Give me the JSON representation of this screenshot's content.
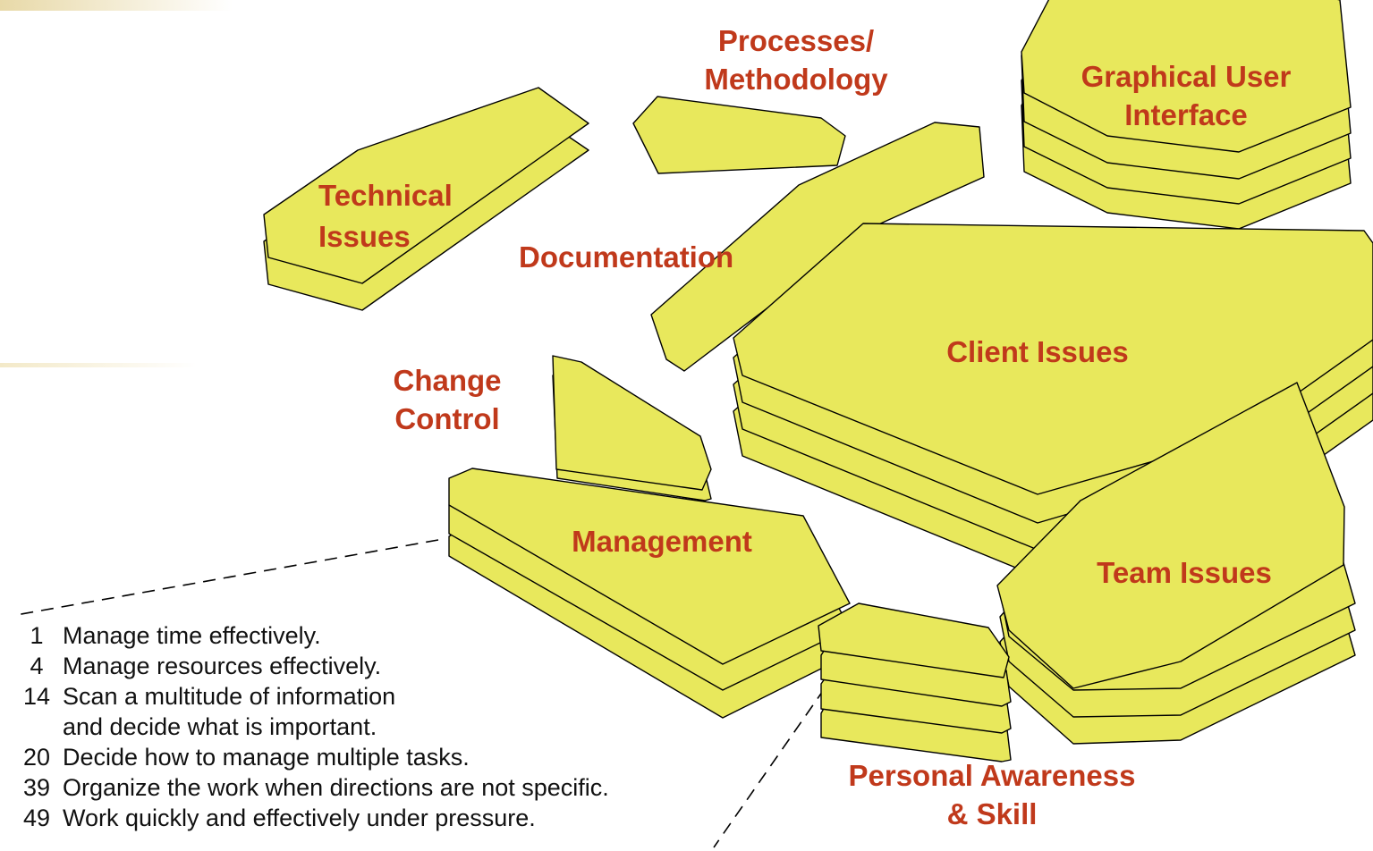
{
  "diagram": {
    "colors": {
      "slab": "#e8e85c",
      "outline": "#000000",
      "label": "#c0391b",
      "legend_text": "#111111"
    },
    "regions": [
      {
        "id": "technical-issues",
        "lines": [
          "Technical",
          "Issues"
        ]
      },
      {
        "id": "processes-methodology",
        "lines": [
          "Processes/",
          "Methodology"
        ]
      },
      {
        "id": "graphical-user-interface",
        "lines": [
          "Graphical User",
          "Interface"
        ]
      },
      {
        "id": "documentation",
        "lines": [
          "Documentation"
        ]
      },
      {
        "id": "client-issues",
        "lines": [
          "Client Issues"
        ]
      },
      {
        "id": "change-control",
        "lines": [
          "Change",
          "Control"
        ]
      },
      {
        "id": "management",
        "lines": [
          "Management"
        ]
      },
      {
        "id": "team-issues",
        "lines": [
          "Team Issues"
        ]
      },
      {
        "id": "personal-awareness-skill",
        "lines": [
          "Personal Awareness",
          "& Skill"
        ]
      }
    ],
    "legend": [
      {
        "num": "1",
        "text": "Manage time effectively."
      },
      {
        "num": "4",
        "text": "Manage resources effectively."
      },
      {
        "num": "14",
        "text": "Scan a multitude of information"
      },
      {
        "num": "",
        "text": "and decide what is important."
      },
      {
        "num": "20",
        "text": "Decide how to manage multiple tasks."
      },
      {
        "num": "39",
        "text": "Organize the work when directions are not specific."
      },
      {
        "num": "49",
        "text": "Work quickly and effectively under pressure."
      }
    ]
  }
}
